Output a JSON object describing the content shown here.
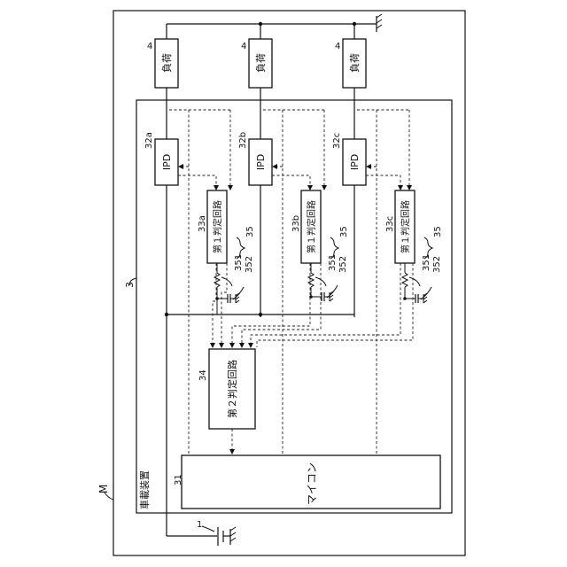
{
  "diagram": {
    "outer_label": "M",
    "device_ref": "3",
    "device_name": "車載装置",
    "battery_ref": "1",
    "load_label": "負荷",
    "load_ref": "4",
    "ipd_label": "IPD",
    "ipd_refs": [
      "32a",
      "32b",
      "32c"
    ],
    "first_circuit_label": "第１判定回路",
    "first_circuit_refs": [
      "33a",
      "33b",
      "33c"
    ],
    "filter_ref": "35",
    "resistor_ref": "351",
    "capacitor_ref": "352",
    "second_circuit_label": "第２判定回路",
    "second_circuit_ref": "34",
    "mcu_label": "マイコン",
    "mcu_ref": "31"
  }
}
